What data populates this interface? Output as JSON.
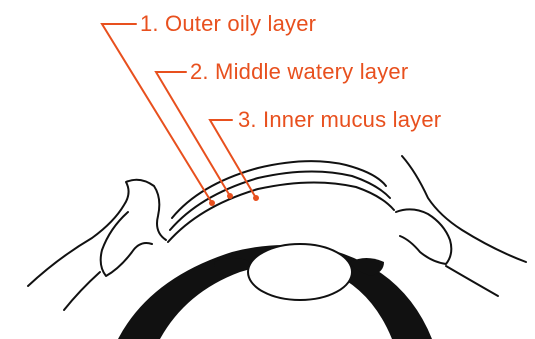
{
  "colors": {
    "accent": "#E8501E",
    "ink": "#111111",
    "background": "#FFFFFF"
  },
  "labels": [
    {
      "id": "layer-1",
      "text": "1. Outer oily layer"
    },
    {
      "id": "layer-2",
      "text": "2. Middle watery layer"
    },
    {
      "id": "layer-3",
      "text": "3. Inner mucus layer"
    }
  ]
}
